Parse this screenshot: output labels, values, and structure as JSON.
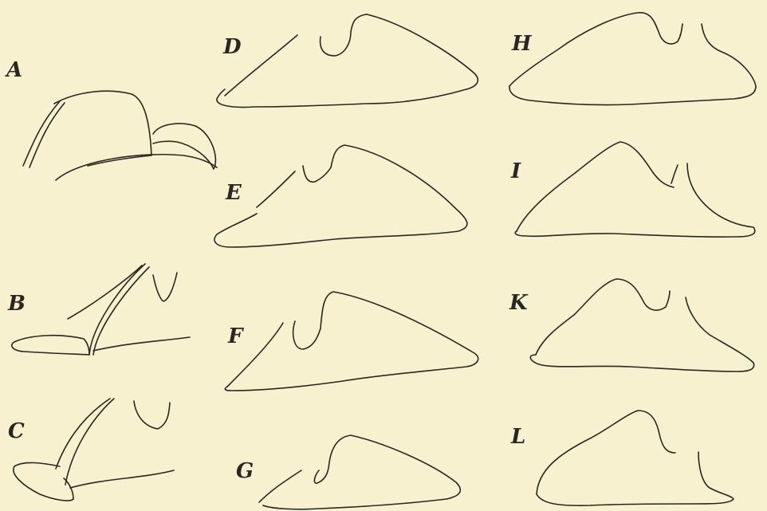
{
  "figure_labels": {
    "a": "A",
    "b": "B",
    "c": "C",
    "d": "D",
    "e": "E",
    "f": "F",
    "g": "G",
    "h": "H",
    "i": "I",
    "k": "K",
    "l": "L"
  }
}
